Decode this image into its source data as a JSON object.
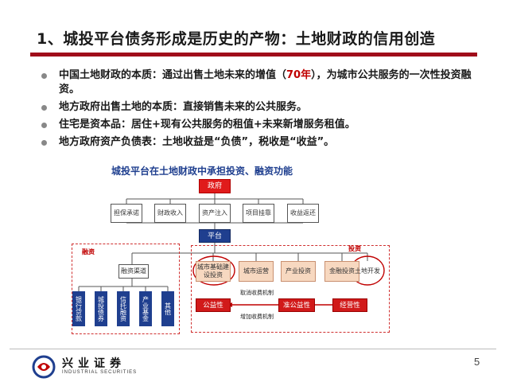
{
  "title": "1、城投平台债务形成是历史的产物：土地财政的信用创造",
  "bullets": [
    {
      "pre": "中国土地财政的本质：通过出售土地未来的增值（",
      "highlight": "70年",
      "post": "），为城市公共服务的一次性投资融资。"
    },
    {
      "pre": "地方政府出售土地的本质：直接销售未来的公共服务。",
      "highlight": "",
      "post": ""
    },
    {
      "pre": "住宅是资本品：居住+现有公共服务的租值+未来新增服务租值。",
      "highlight": "",
      "post": ""
    },
    {
      "pre": "地方政府资产负债表：土地收益是“负债”，税收是“收益”。",
      "highlight": "",
      "post": ""
    }
  ],
  "diagram": {
    "title": "城投平台在土地财政中承担投资、融资功能",
    "government": "政府",
    "flows": [
      "担保承诺",
      "财政收入",
      "资产注入",
      "项目挂靠",
      "收益返还"
    ],
    "platform": "平台",
    "financing_label": "融资",
    "investment_label": "投资",
    "financing_channel": "融资渠道",
    "financing_sources": [
      "银行贷款",
      "城投债券",
      "信托融资",
      "产业基金",
      "其他"
    ],
    "investments": [
      "城市基础建设投资",
      "城市运营",
      "产业投资",
      "金融投资",
      "土地开发"
    ],
    "categories": [
      "公益性",
      "准公益性",
      "经营性"
    ],
    "mechanisms": [
      "取消收费机制",
      "增加收费机制"
    ]
  },
  "footer": {
    "logo_main": "兴业证券",
    "logo_sub": "INDUSTRIAL SECURITIES",
    "page": "5"
  },
  "colors": {
    "accent": "#a00d1a",
    "navy": "#1f3f8f",
    "red": "#d11a1a",
    "peach": "#f7d8c0"
  }
}
